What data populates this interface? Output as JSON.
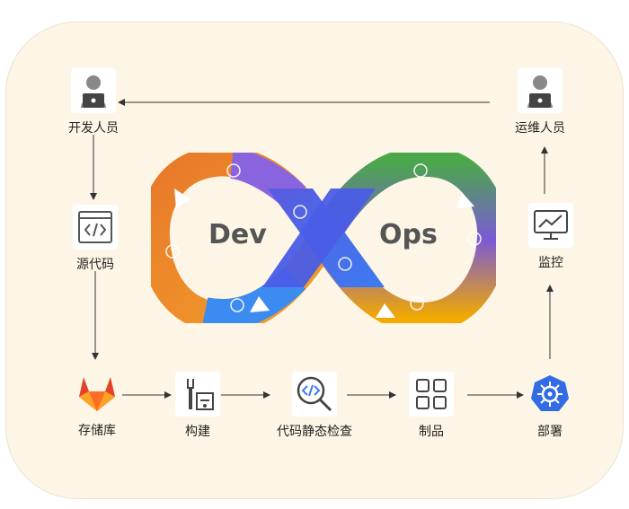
{
  "nodes": {
    "developer": {
      "label": "开发人员",
      "icon": "developer-icon"
    },
    "ops": {
      "label": "运维人员",
      "icon": "ops-engineer-icon"
    },
    "source": {
      "label": "源代码",
      "icon": "code-window-icon"
    },
    "monitor": {
      "label": "监控",
      "icon": "monitor-chart-icon"
    },
    "repo": {
      "label": "存储库",
      "icon": "gitlab-icon"
    },
    "build": {
      "label": "构建",
      "icon": "build-tools-icon"
    },
    "scan": {
      "label": "代码静态检查",
      "icon": "code-search-icon"
    },
    "artifact": {
      "label": "制品",
      "icon": "grid-icon"
    },
    "deploy": {
      "label": "部署",
      "icon": "kubernetes-icon"
    }
  },
  "infinity": {
    "left": "Dev",
    "right": "Ops"
  },
  "colors": {
    "panel": "#fdf6e6",
    "orange": "#e8792a",
    "purple": "#7b5ad6",
    "blue": "#3c7bf0",
    "green": "#4aa84a",
    "yellow": "#f2a900",
    "gitlab": "#e24329",
    "kubernetes": "#326ce5"
  }
}
